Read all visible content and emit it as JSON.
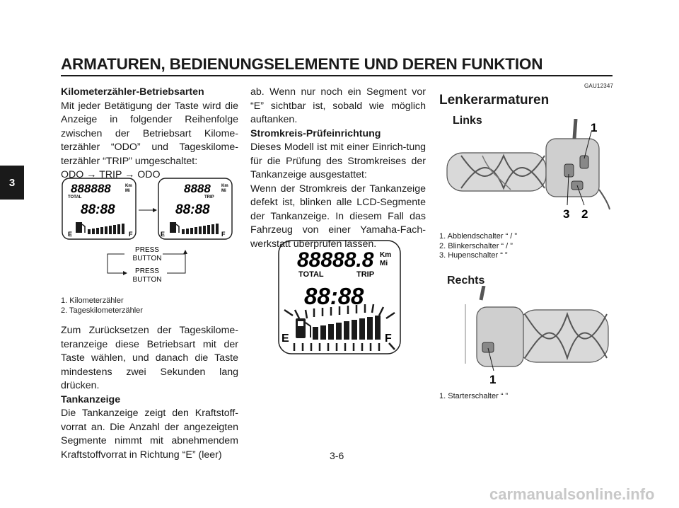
{
  "header": {
    "title": "ARMATUREN, BEDIENUNGSELEMENTE UND DEREN FUNKTION"
  },
  "chapter_tab": "3",
  "page_number": "3-6",
  "watermark": "carmanualsonline.info",
  "col1": {
    "heading": "Kilometerzähler-Betriebsarten",
    "para1": "Mit jeder Betätigung der Taste wird die Anzeige in folgender Reihenfolge zwischen der Betriebsart Kilome-terzähler “ODO” und Tageskilome-terzähler “TRIP” umgeschaltet:",
    "sequence": "ODO → TRIP → ODO",
    "display_odo": {
      "digits": "888888",
      "unit_km": "Km",
      "unit_mi": "Mi",
      "mode": "TOTAL",
      "clock": "88:88",
      "e": "E",
      "f": "F"
    },
    "display_trip": {
      "digits": "8888",
      "unit_km": "Km",
      "unit_mi": "Mi",
      "mode": "TRIP",
      "clock": "88:88",
      "e": "E",
      "f": "F"
    },
    "press_top_1": "PRESS",
    "press_top_2": "BUTTON",
    "press_bot_1": "PRESS",
    "press_bot_2": "BUTTON",
    "legend": [
      "1. Kilometerzähler",
      "2. Tageskilometerzähler"
    ],
    "para2": "Zum Zurücksetzen der Tageskilome-teranzeige diese Betriebsart mit der Taste wählen, und danach die Taste mindestens zwei Sekunden lang drücken.",
    "heading2": "Tankanzeige",
    "para3": "Die Tankanzeige zeigt den Kraftstoff-vorrat an. Die Anzahl der angezeigten Segmente nimmt mit abnehmendem Kraftstoffvorrat in Richtung “E” (leer)"
  },
  "col2": {
    "para1": "ab. Wenn nur noch ein Segment vor “E” sichtbar ist, sobald wie möglich auftanken.",
    "heading": "Stromkreis-Prüfeinrichtung",
    "para2": "Dieses Modell ist mit einer Einrich-tung für die Prüfung des Stromkreises der Tankanzeige ausgestattet:",
    "para3": "Wenn der Stromkreis der Tankanzeige defekt ist, blinken alle LCD-Segmente der Tankanzeige. In diesem Fall das Fahrzeug von einer Yamaha-Fach-werkstatt überprüfen lassen.",
    "display": {
      "digits": "88888.8",
      "unit_km": "Km",
      "unit_mi": "Mi",
      "total": "TOTAL",
      "trip": "TRIP",
      "clock": "88:88",
      "e": "E",
      "f": "F"
    }
  },
  "col3": {
    "code": "GAU12347",
    "heading": "Lenkerarmaturen",
    "left_title": "Links",
    "left_callouts": [
      "1",
      "3",
      "2"
    ],
    "left_legend": [
      "1. Abblendschalter “ / ”",
      "2. Blinkerschalter “ / ”",
      "3. Hupenschalter “ ”"
    ],
    "right_title": "Rechts",
    "right_callout": "1",
    "right_legend": "1. Starterschalter “ ”"
  }
}
